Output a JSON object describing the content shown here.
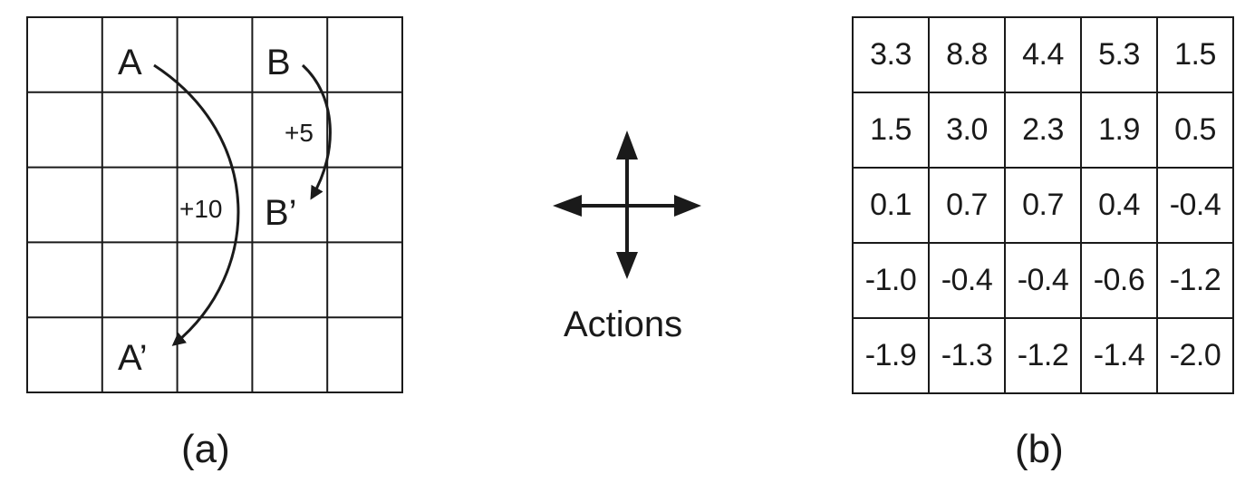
{
  "panel_a": {
    "caption": "(a)",
    "states": {
      "A": "A",
      "B": "B",
      "A_prime": "A’",
      "B_prime": "B’"
    },
    "rewards": {
      "A_to_A_prime": "+10",
      "B_to_B_prime": "+5"
    }
  },
  "actions": {
    "label": "Actions",
    "icon": "four-way-arrow-icon"
  },
  "panel_b": {
    "caption": "(b)",
    "values": [
      [
        "3.3",
        "8.8",
        "4.4",
        "5.3",
        "1.5"
      ],
      [
        "1.5",
        "3.0",
        "2.3",
        "1.9",
        "0.5"
      ],
      [
        "0.1",
        "0.7",
        "0.7",
        "0.4",
        "-0.4"
      ],
      [
        "-1.0",
        "-0.4",
        "-0.4",
        "-0.6",
        "-1.2"
      ],
      [
        "-1.9",
        "-1.3",
        "-1.2",
        "-1.4",
        "-2.0"
      ]
    ]
  }
}
